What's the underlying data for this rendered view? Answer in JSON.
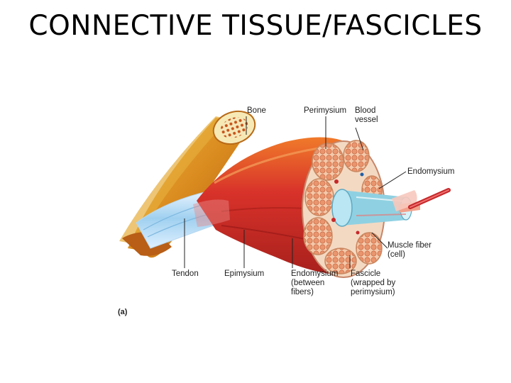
{
  "slide": {
    "title": "CONNECTIVE TISSUE/FASCICLES"
  },
  "figure": {
    "labels": {
      "bone": "Bone",
      "perimysium": "Perimysium",
      "blood_vessel": "Blood\nvessel",
      "endomysium_top": "Endomysium",
      "muscle_fiber": "Muscle fiber\n(cell)",
      "tendon": "Tendon",
      "epimysium": "Epimysium",
      "endomysium_bottom": "Endomysium\n(between\nfibers)",
      "fascicle": "Fascicle\n(wrapped by\nperimysium)"
    },
    "panel_label": "(a)"
  }
}
